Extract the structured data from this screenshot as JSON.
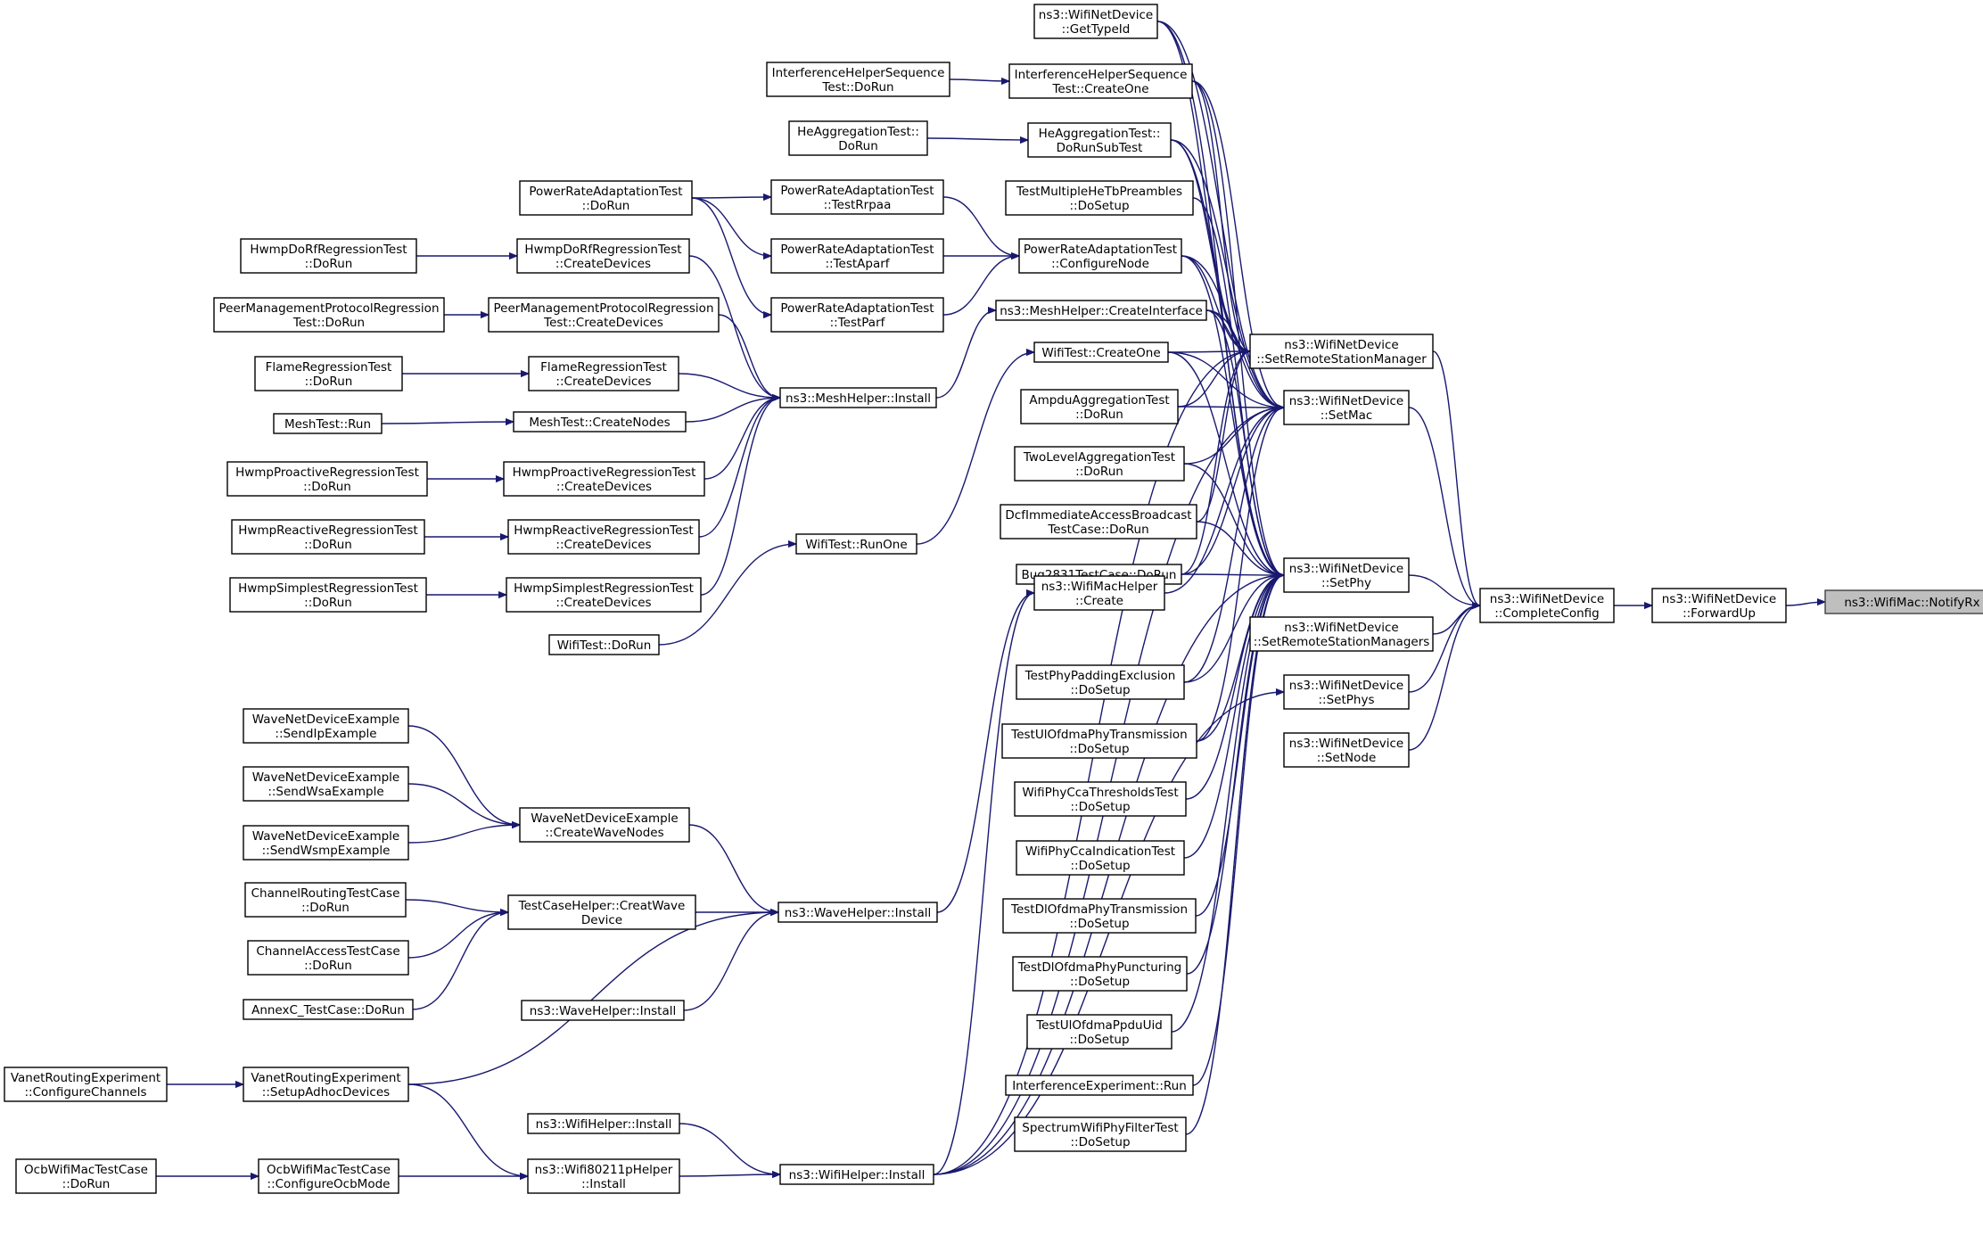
{
  "title": "",
  "colors": {
    "edge": "#191970",
    "node_border": "#000000",
    "root_fill": "#bfbfbf",
    "background": "#ffffff"
  },
  "nodes": [
    {
      "id": "notifyrx",
      "lines": [
        "ns3::WifiMac::NotifyRx"
      ],
      "root": true
    },
    {
      "id": "forwardup",
      "lines": [
        "ns3::WifiNetDevice",
        "::ForwardUp"
      ]
    },
    {
      "id": "completeconfig",
      "lines": [
        "ns3::WifiNetDevice",
        "::CompleteConfig"
      ]
    },
    {
      "id": "setrsm",
      "lines": [
        "ns3::WifiNetDevice",
        "::SetRemoteStationManager"
      ]
    },
    {
      "id": "setmac",
      "lines": [
        "ns3::WifiNetDevice",
        "::SetMac"
      ]
    },
    {
      "id": "setphy",
      "lines": [
        "ns3::WifiNetDevice",
        "::SetPhy"
      ]
    },
    {
      "id": "setrsms",
      "lines": [
        "ns3::WifiNetDevice",
        "::SetRemoteStationManagers"
      ]
    },
    {
      "id": "setphys",
      "lines": [
        "ns3::WifiNetDevice",
        "::SetPhys"
      ]
    },
    {
      "id": "setnode",
      "lines": [
        "ns3::WifiNetDevice",
        "::SetNode"
      ]
    },
    {
      "id": "gettypeid",
      "lines": [
        "ns3::WifiNetDevice",
        "::GetTypeId"
      ]
    },
    {
      "id": "ihs_create",
      "lines": [
        "InterferenceHelperSequence",
        "Test::CreateOne"
      ]
    },
    {
      "id": "heagg_sub",
      "lines": [
        "HeAggregationTest::",
        "DoRunSubTest"
      ]
    },
    {
      "id": "tmhe",
      "lines": [
        "TestMultipleHeTbPreambles",
        "::DoSetup"
      ]
    },
    {
      "id": "pra_conf",
      "lines": [
        "PowerRateAdaptationTest",
        "::ConfigureNode"
      ]
    },
    {
      "id": "mesh_ci",
      "lines": [
        "ns3::MeshHelper::CreateInterface"
      ]
    },
    {
      "id": "wifitest_co",
      "lines": [
        "WifiTest::CreateOne"
      ]
    },
    {
      "id": "ampdu",
      "lines": [
        "AmpduAggregationTest",
        "::DoRun"
      ]
    },
    {
      "id": "twolevel",
      "lines": [
        "TwoLevelAggregationTest",
        "::DoRun"
      ]
    },
    {
      "id": "dcf",
      "lines": [
        "DcfImmediateAccessBroadcast",
        "TestCase::DoRun"
      ]
    },
    {
      "id": "bug2831",
      "lines": [
        "Bug2831TestCase::DoRun"
      ]
    },
    {
      "id": "macHelper",
      "lines": [
        "ns3::WifiMacHelper",
        "::Create"
      ]
    },
    {
      "id": "tpad",
      "lines": [
        "TestPhyPaddingExclusion",
        "::DoSetup"
      ]
    },
    {
      "id": "tulofdma",
      "lines": [
        "TestUlOfdmaPhyTransmission",
        "::DoSetup"
      ]
    },
    {
      "id": "ccathr",
      "lines": [
        "WifiPhyCcaThresholdsTest",
        "::DoSetup"
      ]
    },
    {
      "id": "ccaind",
      "lines": [
        "WifiPhyCcaIndicationTest",
        "::DoSetup"
      ]
    },
    {
      "id": "tdlofdma",
      "lines": [
        "TestDlOfdmaPhyTransmission",
        "::DoSetup"
      ]
    },
    {
      "id": "tdlpunct",
      "lines": [
        "TestDlOfdmaPhyPuncturing",
        "::DoSetup"
      ]
    },
    {
      "id": "tulppdu",
      "lines": [
        "TestUlOfdmaPpduUid",
        "::DoSetup"
      ]
    },
    {
      "id": "interfexp",
      "lines": [
        "InterferenceExperiment::Run"
      ]
    },
    {
      "id": "spectrum",
      "lines": [
        "SpectrumWifiPhyFilterTest",
        "::DoSetup"
      ]
    },
    {
      "id": "ihs_dorun",
      "lines": [
        "InterferenceHelperSequence",
        "Test::DoRun"
      ]
    },
    {
      "id": "heagg_dorun",
      "lines": [
        "HeAggregationTest::",
        "DoRun"
      ]
    },
    {
      "id": "pra_rrpaa",
      "lines": [
        "PowerRateAdaptationTest",
        "::TestRrpaa"
      ]
    },
    {
      "id": "pra_aparf",
      "lines": [
        "PowerRateAdaptationTest",
        "::TestAparf"
      ]
    },
    {
      "id": "pra_parf",
      "lines": [
        "PowerRateAdaptationTest",
        "::TestParf"
      ]
    },
    {
      "id": "pra_dorun",
      "lines": [
        "PowerRateAdaptationTest",
        "::DoRun"
      ]
    },
    {
      "id": "meshInstall",
      "lines": [
        "ns3::MeshHelper::Install"
      ]
    },
    {
      "id": "wifitest_runone",
      "lines": [
        "WifiTest::RunOne"
      ]
    },
    {
      "id": "wifitest_dorun",
      "lines": [
        "WifiTest::DoRun"
      ]
    },
    {
      "id": "hdrf_cd",
      "lines": [
        "HwmpDoRfRegressionTest",
        "::CreateDevices"
      ]
    },
    {
      "id": "pmp_cd",
      "lines": [
        "PeerManagementProtocolRegression",
        "Test::CreateDevices"
      ]
    },
    {
      "id": "flame_cd",
      "lines": [
        "FlameRegressionTest",
        "::CreateDevices"
      ]
    },
    {
      "id": "mesh_cn",
      "lines": [
        "MeshTest::CreateNodes"
      ]
    },
    {
      "id": "hpro_cd",
      "lines": [
        "HwmpProactiveRegressionTest",
        "::CreateDevices"
      ]
    },
    {
      "id": "hrea_cd",
      "lines": [
        "HwmpReactiveRegressionTest",
        "::CreateDevices"
      ]
    },
    {
      "id": "hsim_cd",
      "lines": [
        "HwmpSimplestRegressionTest",
        "::CreateDevices"
      ]
    },
    {
      "id": "hdrf_dr",
      "lines": [
        "HwmpDoRfRegressionTest",
        "::DoRun"
      ]
    },
    {
      "id": "pmp_dr",
      "lines": [
        "PeerManagementProtocolRegression",
        "Test::DoRun"
      ]
    },
    {
      "id": "flame_dr",
      "lines": [
        "FlameRegressionTest",
        "::DoRun"
      ]
    },
    {
      "id": "meshtest_run",
      "lines": [
        "MeshTest::Run"
      ]
    },
    {
      "id": "hpro_dr",
      "lines": [
        "HwmpProactiveRegressionTest",
        "::DoRun"
      ]
    },
    {
      "id": "hrea_dr",
      "lines": [
        "HwmpReactiveRegressionTest",
        "::DoRun"
      ]
    },
    {
      "id": "hsim_dr",
      "lines": [
        "HwmpSimplestRegressionTest",
        "::DoRun"
      ]
    },
    {
      "id": "waveInstall",
      "lines": [
        "ns3::WaveHelper::Install"
      ]
    },
    {
      "id": "waveInstall2",
      "lines": [
        "ns3::WaveHelper::Install"
      ]
    },
    {
      "id": "wnde_cwn",
      "lines": [
        "WaveNetDeviceExample",
        "::CreateWaveNodes"
      ]
    },
    {
      "id": "tch_cwd",
      "lines": [
        "TestCaseHelper::CreatWave",
        "Device"
      ]
    },
    {
      "id": "wnde_ip",
      "lines": [
        "WaveNetDeviceExample",
        "::SendIpExample"
      ]
    },
    {
      "id": "wnde_wsa",
      "lines": [
        "WaveNetDeviceExample",
        "::SendWsaExample"
      ]
    },
    {
      "id": "wnde_wsmp",
      "lines": [
        "WaveNetDeviceExample",
        "::SendWsmpExample"
      ]
    },
    {
      "id": "chrout",
      "lines": [
        "ChannelRoutingTestCase",
        "::DoRun"
      ]
    },
    {
      "id": "chacc",
      "lines": [
        "ChannelAccessTestCase",
        "::DoRun"
      ]
    },
    {
      "id": "annexc",
      "lines": [
        "AnnexC_TestCase::DoRun"
      ]
    },
    {
      "id": "vre_sad",
      "lines": [
        "VanetRoutingExperiment",
        "::SetupAdhocDevices"
      ]
    },
    {
      "id": "vre_cc",
      "lines": [
        "VanetRoutingExperiment",
        "::ConfigureChannels"
      ]
    },
    {
      "id": "wifiHelperInstall",
      "lines": [
        "ns3::WifiHelper::Install"
      ]
    },
    {
      "id": "wifiHelperInstall2",
      "lines": [
        "ns3::WifiHelper::Install"
      ]
    },
    {
      "id": "w80211p",
      "lines": [
        "ns3::Wifi80211pHelper",
        "::Install"
      ]
    },
    {
      "id": "ocb_com",
      "lines": [
        "OcbWifiMacTestCase",
        "::ConfigureOcbMode"
      ]
    },
    {
      "id": "ocb_dr",
      "lines": [
        "OcbWifiMacTestCase",
        "::DoRun"
      ]
    }
  ],
  "edges": [
    [
      "forwardup",
      "notifyrx"
    ],
    [
      "completeconfig",
      "forwardup"
    ],
    [
      "setrsm",
      "completeconfig"
    ],
    [
      "setmac",
      "completeconfig"
    ],
    [
      "setphy",
      "completeconfig"
    ],
    [
      "setrsms",
      "completeconfig"
    ],
    [
      "setphys",
      "completeconfig"
    ],
    [
      "setnode",
      "completeconfig"
    ],
    [
      "gettypeid",
      "setrsm"
    ],
    [
      "ihs_create",
      "setrsm"
    ],
    [
      "heagg_sub",
      "setrsm"
    ],
    [
      "pra_conf",
      "setrsm"
    ],
    [
      "mesh_ci",
      "setrsm"
    ],
    [
      "wifitest_co",
      "setrsm"
    ],
    [
      "ampdu",
      "setrsm"
    ],
    [
      "dcf",
      "setrsm"
    ],
    [
      "bug2831",
      "setrsm"
    ],
    [
      "wifiHelperInstall",
      "setrsm"
    ],
    [
      "gettypeid",
      "setmac"
    ],
    [
      "ihs_create",
      "setmac"
    ],
    [
      "heagg_sub",
      "setmac"
    ],
    [
      "pra_conf",
      "setmac"
    ],
    [
      "mesh_ci",
      "setmac"
    ],
    [
      "wifitest_co",
      "setmac"
    ],
    [
      "ampdu",
      "setmac"
    ],
    [
      "twolevel",
      "setmac"
    ],
    [
      "bug2831",
      "setmac"
    ],
    [
      "macHelper",
      "setmac"
    ],
    [
      "tpad",
      "setmac"
    ],
    [
      "tulofdma",
      "setmac"
    ],
    [
      "wifiHelperInstall",
      "setmac"
    ],
    [
      "gettypeid",
      "setphy"
    ],
    [
      "ihs_create",
      "setphy"
    ],
    [
      "heagg_sub",
      "setphy"
    ],
    [
      "tmhe",
      "setphy"
    ],
    [
      "pra_conf",
      "setphy"
    ],
    [
      "mesh_ci",
      "setphy"
    ],
    [
      "wifitest_co",
      "setphy"
    ],
    [
      "twolevel",
      "setphy"
    ],
    [
      "dcf",
      "setphy"
    ],
    [
      "bug2831",
      "setphy"
    ],
    [
      "tpad",
      "setphy"
    ],
    [
      "tulofdma",
      "setphy"
    ],
    [
      "ccathr",
      "setphy"
    ],
    [
      "ccaind",
      "setphy"
    ],
    [
      "tdlofdma",
      "setphy"
    ],
    [
      "tdlpunct",
      "setphy"
    ],
    [
      "tulppdu",
      "setphy"
    ],
    [
      "interfexp",
      "setphy"
    ],
    [
      "spectrum",
      "setphy"
    ],
    [
      "wifiHelperInstall",
      "setphy"
    ],
    [
      "wifiHelperInstall",
      "setphys"
    ],
    [
      "ihs_dorun",
      "ihs_create"
    ],
    [
      "heagg_dorun",
      "heagg_sub"
    ],
    [
      "pra_rrpaa",
      "pra_conf"
    ],
    [
      "pra_aparf",
      "pra_conf"
    ],
    [
      "pra_parf",
      "pra_conf"
    ],
    [
      "pra_dorun",
      "pra_rrpaa"
    ],
    [
      "pra_dorun",
      "pra_aparf"
    ],
    [
      "pra_dorun",
      "pra_parf"
    ],
    [
      "meshInstall",
      "mesh_ci"
    ],
    [
      "wifitest_runone",
      "wifitest_co"
    ],
    [
      "wifitest_dorun",
      "wifitest_runone"
    ],
    [
      "hdrf_cd",
      "meshInstall"
    ],
    [
      "pmp_cd",
      "meshInstall"
    ],
    [
      "flame_cd",
      "meshInstall"
    ],
    [
      "mesh_cn",
      "meshInstall"
    ],
    [
      "hpro_cd",
      "meshInstall"
    ],
    [
      "hrea_cd",
      "meshInstall"
    ],
    [
      "hsim_cd",
      "meshInstall"
    ],
    [
      "hdrf_dr",
      "hdrf_cd"
    ],
    [
      "pmp_dr",
      "pmp_cd"
    ],
    [
      "flame_dr",
      "flame_cd"
    ],
    [
      "meshtest_run",
      "mesh_cn"
    ],
    [
      "hpro_dr",
      "hpro_cd"
    ],
    [
      "hrea_dr",
      "hrea_cd"
    ],
    [
      "hsim_dr",
      "hsim_cd"
    ],
    [
      "waveInstall",
      "macHelper"
    ],
    [
      "wifiHelperInstall",
      "macHelper"
    ],
    [
      "wnde_cwn",
      "waveInstall"
    ],
    [
      "tch_cwd",
      "waveInstall"
    ],
    [
      "vre_sad",
      "waveInstall"
    ],
    [
      "waveInstall2",
      "waveInstall"
    ],
    [
      "wnde_ip",
      "wnde_cwn"
    ],
    [
      "wnde_wsa",
      "wnde_cwn"
    ],
    [
      "wnde_wsmp",
      "wnde_cwn"
    ],
    [
      "chrout",
      "tch_cwd"
    ],
    [
      "chacc",
      "tch_cwd"
    ],
    [
      "annexc",
      "tch_cwd"
    ],
    [
      "vre_cc",
      "vre_sad"
    ],
    [
      "vre_sad",
      "w80211p"
    ],
    [
      "ocb_com",
      "w80211p"
    ],
    [
      "ocb_dr",
      "ocb_com"
    ],
    [
      "w80211p",
      "wifiHelperInstall"
    ],
    [
      "wifiHelperInstall2",
      "wifiHelperInstall"
    ]
  ]
}
